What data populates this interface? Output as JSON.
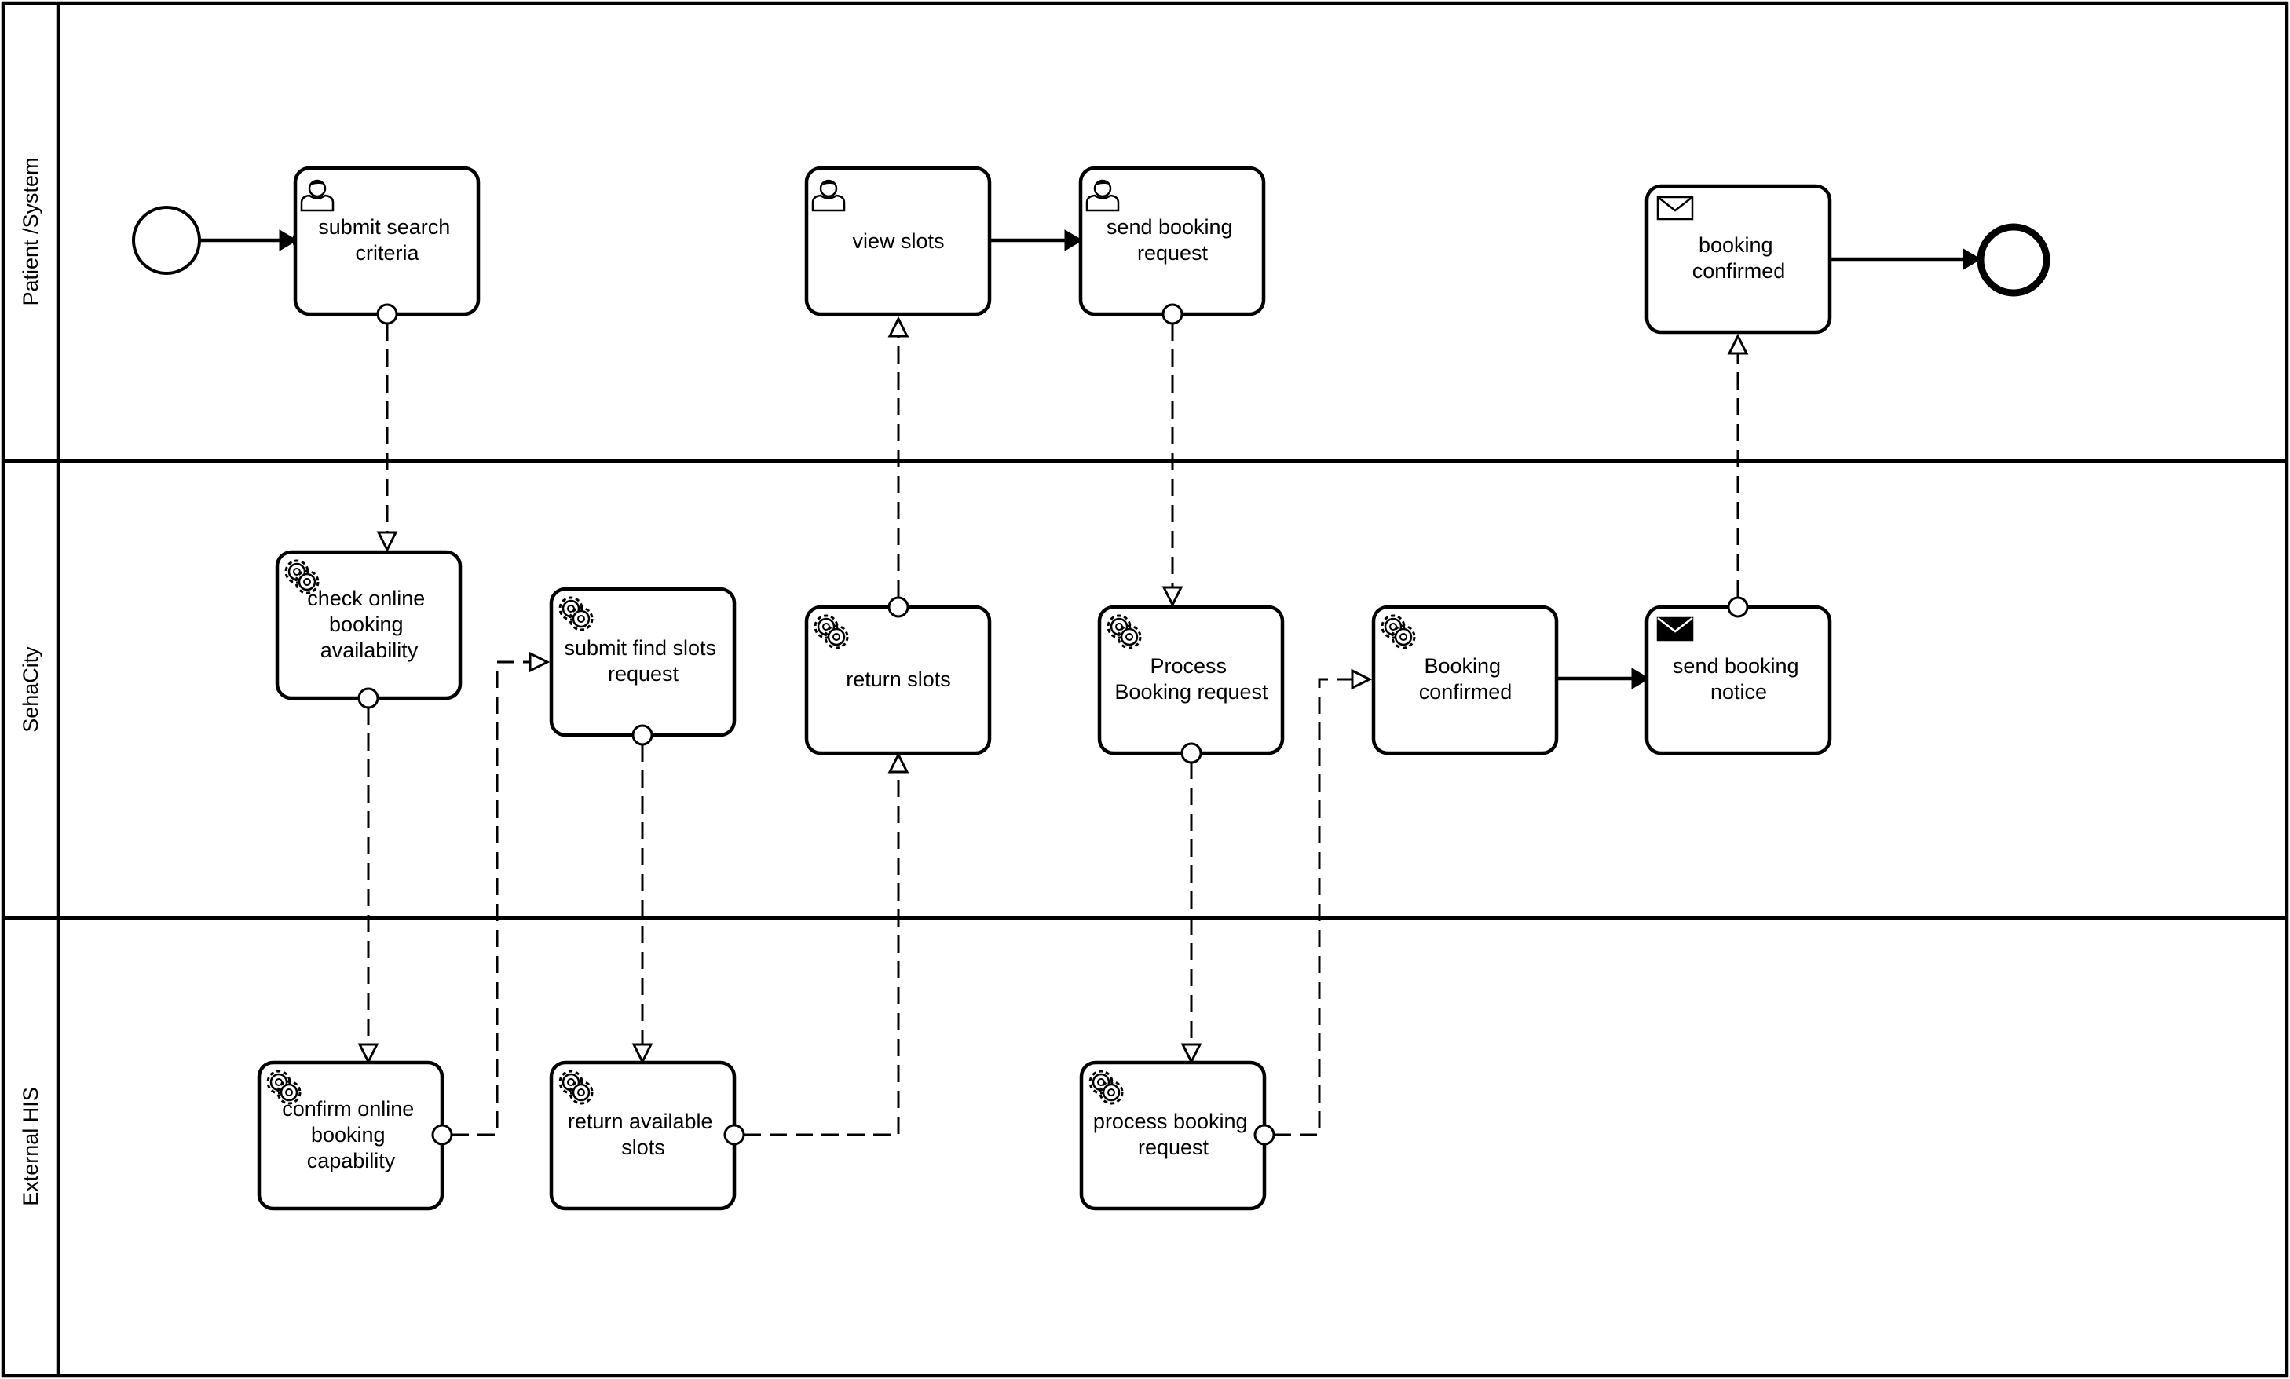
{
  "lanes": [
    {
      "id": "patient",
      "label": "Patient /System"
    },
    {
      "id": "sehacity",
      "label": "SehaCity"
    },
    {
      "id": "external",
      "label": "External HIS"
    }
  ],
  "tasks": {
    "submit_search": {
      "lines": [
        "submit search",
        "criteria"
      ],
      "icon": "user-icon"
    },
    "view_slots": {
      "lines": [
        "view slots"
      ],
      "icon": "user-icon"
    },
    "send_booking_request": {
      "lines": [
        "send booking",
        "request"
      ],
      "icon": "user-icon"
    },
    "booking_confirmed_receive": {
      "lines": [
        "booking",
        "confirmed"
      ],
      "icon": "envelope-icon"
    },
    "check_availability": {
      "lines": [
        "check online",
        "booking",
        "availability"
      ],
      "icon": "gear-icon"
    },
    "submit_find_slots": {
      "lines": [
        "submit find slots",
        "request"
      ],
      "icon": "gear-icon"
    },
    "return_slots": {
      "lines": [
        "return slots"
      ],
      "icon": "gear-icon"
    },
    "process_booking_request": {
      "lines": [
        "Process",
        "Booking request"
      ],
      "icon": "gear-icon"
    },
    "booking_confirmed_seha": {
      "lines": [
        "Booking",
        "confirmed"
      ],
      "icon": "gear-icon"
    },
    "send_booking_notice": {
      "lines": [
        "send booking",
        "notice"
      ],
      "icon": "envelope-filled-icon"
    },
    "confirm_capability": {
      "lines": [
        "confirm online",
        "booking",
        "capability"
      ],
      "icon": "gear-icon"
    },
    "return_available_slots": {
      "lines": [
        "return available",
        "slots"
      ],
      "icon": "gear-icon"
    },
    "process_booking_his": {
      "lines": [
        "process booking",
        "request"
      ],
      "icon": "gear-icon"
    }
  },
  "events": {
    "start": {
      "type": "start-event"
    },
    "end": {
      "type": "end-event"
    }
  }
}
